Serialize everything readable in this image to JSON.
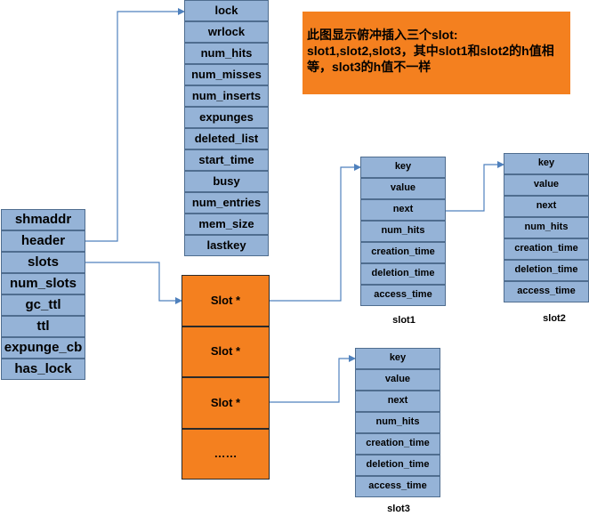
{
  "header_struct": [
    "shmaddr",
    "header",
    "slots",
    "num_slots",
    "gc_ttl",
    "ttl",
    "expunge_cb",
    "has_lock"
  ],
  "header_fields": [
    "lock",
    "wrlock",
    "num_hits",
    "num_misses",
    "num_inserts",
    "expunges",
    "deleted_list",
    "start_time",
    "busy",
    "num_entries",
    "mem_size",
    "lastkey"
  ],
  "slot_array": [
    "Slot *",
    "Slot *",
    "Slot *",
    "……"
  ],
  "slot_fields": [
    "key",
    "value",
    "next",
    "num_hits",
    "creation_time",
    "deletion_time",
    "access_time"
  ],
  "slot_labels": {
    "slot1": "slot1",
    "slot2": "slot2",
    "slot3": "slot3"
  },
  "note": "此图显示俯冲插入三个slot: slot1,slot2,slot3，其中slot1和slot2的h值相等，slot3的h值不一样",
  "colors": {
    "blue_cell": "#95b3d7",
    "orange": "#f4801f",
    "line": "#4f81bd"
  }
}
